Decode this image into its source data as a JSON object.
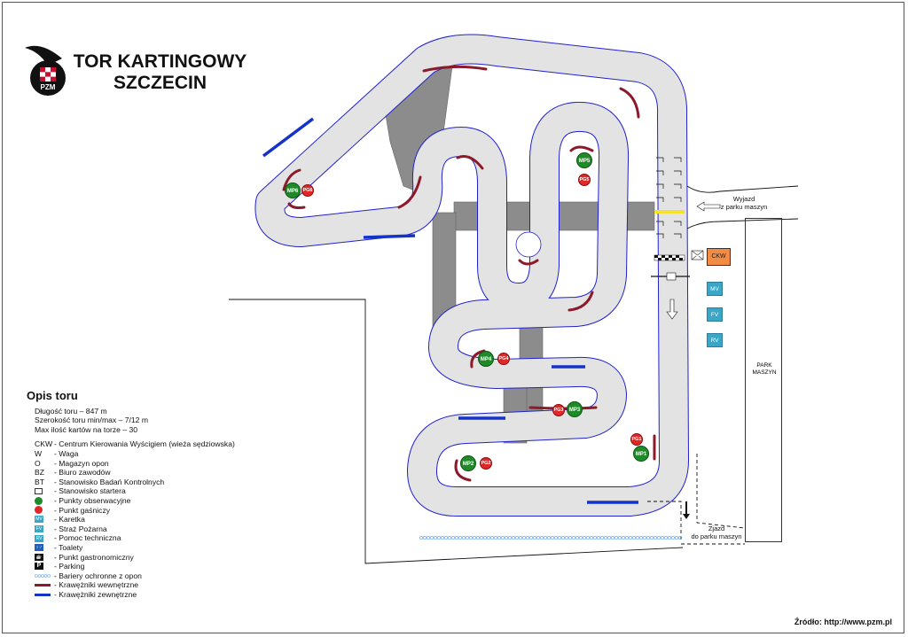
{
  "header": {
    "title_line1": "TOR KARTINGOWY",
    "title_line2": "SZCZECIN",
    "logo_text": "PZM"
  },
  "legend": {
    "heading": "Opis toru",
    "stats": [
      "Długość toru – 847 m",
      "Szerokość toru min/max – 7/12 m",
      "Max ilość kartów na torze – 30"
    ],
    "items": [
      {
        "code": "CKW",
        "label": "- Centrum Kierowania Wyścigiem (wieża sędziowska)",
        "icon": "text"
      },
      {
        "code": "W",
        "label": "- Waga",
        "icon": "text"
      },
      {
        "code": "O",
        "label": "- Magazyn opon",
        "icon": "text"
      },
      {
        "code": "BZ",
        "label": "- Biuro zawodów",
        "icon": "text"
      },
      {
        "code": "BT",
        "label": "- Stanowisko Badań Kontrolnych",
        "icon": "text"
      },
      {
        "code": "",
        "label": "- Stanowisko startera",
        "icon": "envelope-icon"
      },
      {
        "code": "",
        "label": "- Punkty obserwacyjne",
        "icon": "green-circle-icon"
      },
      {
        "code": "",
        "label": "- Punkt gaśniczy",
        "icon": "red-circle-icon"
      },
      {
        "code": "MV",
        "label": "- Karetka",
        "icon": "box-icon"
      },
      {
        "code": "FV",
        "label": "- Straż Pożarna",
        "icon": "box-icon"
      },
      {
        "code": "RV",
        "label": "- Pomoc techniczna",
        "icon": "box-icon"
      },
      {
        "code": "",
        "label": "- Toalety",
        "icon": "toilet-icon"
      },
      {
        "code": "",
        "label": "- Punkt gastronomiczny",
        "icon": "food-icon"
      },
      {
        "code": "",
        "label": "- Parking",
        "icon": "parking-icon"
      },
      {
        "code": "",
        "label": "- Bariery ochronne z opon",
        "icon": "barrier-icon"
      },
      {
        "code": "",
        "label": "- Krawężniki wewnętrzne",
        "icon": "inner-kerb-icon"
      },
      {
        "code": "",
        "label": "- Krawężniki zewnętrzne",
        "icon": "outer-kerb-icon"
      }
    ]
  },
  "map": {
    "ckw": "CKW",
    "mv": "MV",
    "fv": "FV",
    "rv": "RV",
    "park_line1": "PARK",
    "park_line2": "MASZYN",
    "exit_line1": "Wyjazd",
    "exit_line2": "z parku maszyn",
    "entry_line1": "Zjazd",
    "entry_line2": "do parku maszyn",
    "markers": {
      "mp1": "MP1",
      "mp2": "MP2",
      "mp3": "MP3",
      "mp4": "MP4",
      "mp5": "MP5",
      "mp6": "MP6",
      "pg1": "PG1",
      "pg2": "PG2",
      "pg3": "PG3",
      "pg4": "PG4",
      "pg5": "PG5",
      "pg6": "PG6"
    }
  },
  "colors": {
    "track": "#e3e3e3",
    "track_edge": "#2020d0",
    "service_road": "#8c8c8c",
    "inner_kerb": "#8b1a2a",
    "outer_kerb": "#1433c9",
    "observation": "#1f8b28",
    "fire": "#e12828",
    "ckw": "#f38b43",
    "vehicle_box": "#3aa6c8",
    "start_line": "#f2e033"
  },
  "source": "Źródło: http://www.pzm.pl"
}
